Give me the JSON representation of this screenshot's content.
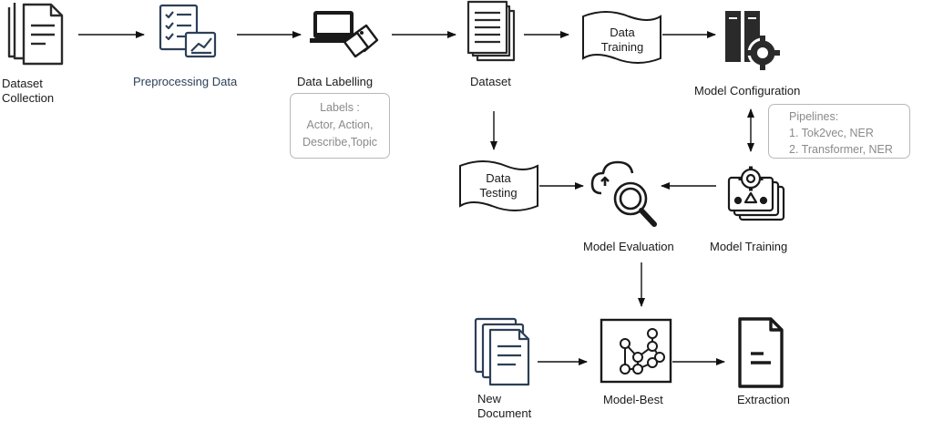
{
  "nodes": {
    "dataset_collection": "Dataset\nCollection",
    "preprocessing": "Preprocessing Data",
    "data_labelling": "Data Labelling",
    "dataset": "Dataset",
    "data_training": "Data\nTraining",
    "model_configuration": "Model Configuration",
    "data_testing": "Data\nTesting",
    "model_evaluation": "Model Evaluation",
    "model_training": "Model Training",
    "new_document": "New\nDocument",
    "model_best": "Model-Best",
    "extraction": "Extraction"
  },
  "labels_box": {
    "title": "Labels :",
    "line1": "Actor, Action,",
    "line2": "Describe,Topic"
  },
  "pipelines_box": {
    "title": "Pipelines:",
    "line1": "1. Tok2vec, NER",
    "line2": "2. Transformer, NER"
  },
  "icons": {
    "dataset_collection": "document-stack-icon",
    "preprocessing": "checklist-chart-icon",
    "data_labelling": "laptop-tag-icon",
    "dataset": "document-stack-icon",
    "model_configuration": "server-gear-icon",
    "model_evaluation": "cloud-magnifier-icon",
    "model_training": "gear-shapes-stack-icon",
    "new_document": "document-stack-icon",
    "model_best": "neural-network-icon",
    "extraction": "document-icon"
  }
}
